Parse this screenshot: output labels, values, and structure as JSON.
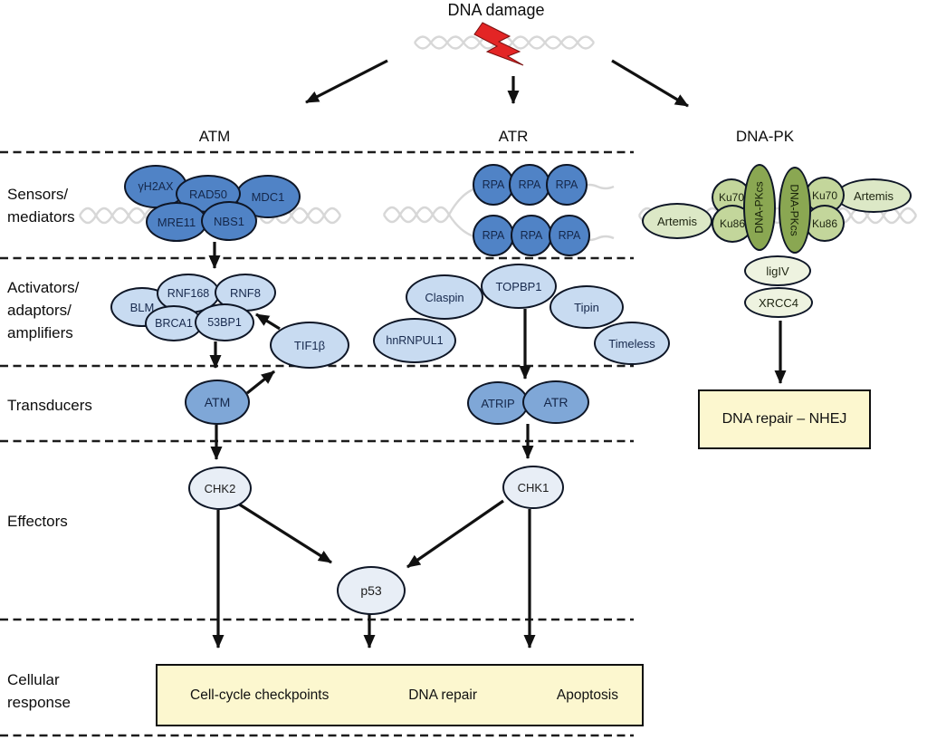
{
  "palette": {
    "dark_blue": "#5083c6",
    "mid_blue": "#7fa7d7",
    "light_blue": "#c8dbf1",
    "pale_blue": "#e8eef6",
    "green": "#c3d69b",
    "light_green": "#dce8c6",
    "pale_green": "#eef3e0",
    "dark_green": "#8aa752",
    "yellow": "#fcf7cf",
    "arrow_black": "#111111",
    "bolt_red": "#e32525"
  },
  "title": "DNA damage",
  "columns": {
    "atm": "ATM",
    "atr": "ATR",
    "dnapk": "DNA-PK"
  },
  "row_labels": {
    "sensors": [
      "Sensors/",
      "mediators"
    ],
    "activators": [
      "Activators/",
      "adaptors/",
      "amplifiers"
    ],
    "transducers": "Transducers",
    "effectors": "Effectors",
    "cellular": [
      "Cellular",
      "response"
    ]
  },
  "nodes": {
    "gh2ax": "γH2AX",
    "rad50": "RAD50",
    "mdc1": "MDC1",
    "mre11": "MRE11",
    "nbs1": "NBS1",
    "rpa": "RPA",
    "rnf168": "RNF168",
    "rnf8": "RNF8",
    "blm": "BLM",
    "brca1": "BRCA1",
    "53bp1": "53BP1",
    "tif1b": "TIF1β",
    "claspin": "Claspin",
    "topbp1": "TOPBP1",
    "tipin": "Tipin",
    "hnrnpul1": "hnRNPUL1",
    "timeless": "Timeless",
    "atm": "ATM",
    "atrip": "ATRIP",
    "atr": "ATR",
    "chk2": "CHK2",
    "chk1": "CHK1",
    "p53": "p53",
    "artemis": "Artemis",
    "ku70": "Ku70",
    "ku86": "Ku86",
    "dnapkcs": "DNA-PKcs",
    "ligiv": "ligIV",
    "xrcc4": "XRCC4"
  },
  "boxes": {
    "nhej": "DNA repair – NHEJ",
    "responses": [
      "Cell-cycle checkpoints",
      "DNA repair",
      "Apoptosis"
    ]
  }
}
